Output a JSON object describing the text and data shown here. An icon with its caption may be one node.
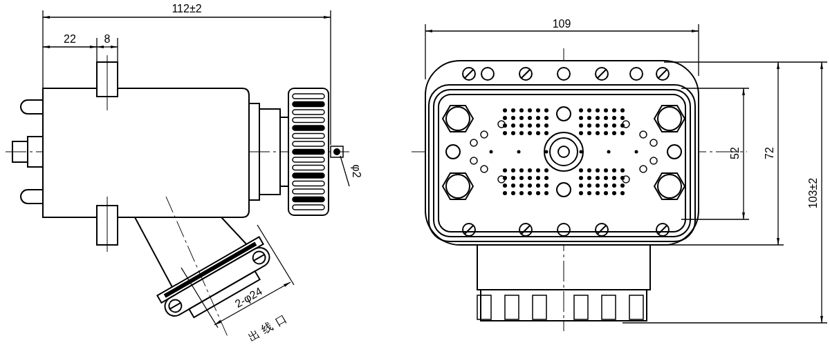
{
  "diagram": {
    "labels": [
      "112±2",
      "22",
      "8",
      "φ2",
      "2-φ24",
      "出线口",
      "109",
      "52",
      "72",
      "103±2"
    ]
  }
}
